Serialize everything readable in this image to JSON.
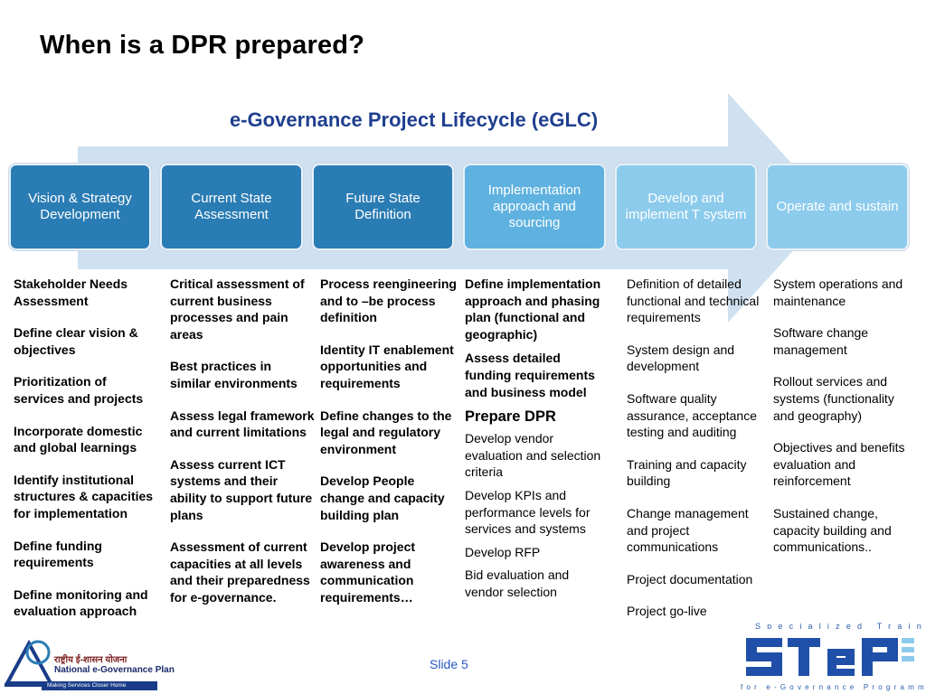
{
  "slide_title": "When is a DPR prepared?",
  "lifecycle_title": "e-Governance Project Lifecycle (eGLC)",
  "phases": [
    {
      "label": "Vision & Strategy Development"
    },
    {
      "label": "Current State Assessment"
    },
    {
      "label": "Future State Definition"
    },
    {
      "label": "Implementation approach and sourcing"
    },
    {
      "label": "Develop and implement T system"
    },
    {
      "label": "Operate and sustain"
    }
  ],
  "columns": [
    {
      "items": [
        "Stakeholder Needs Assessment",
        "Define clear vision & objectives",
        "Prioritization of services and projects",
        "Incorporate domestic and global learnings",
        "Identify institutional structures & capacities for implementation",
        "Define funding requirements",
        "Define monitoring and evaluation approach"
      ]
    },
    {
      "items": [
        "Critical assessment of current business processes and pain areas",
        "Best practices in similar environments",
        "Assess legal framework and current limitations",
        "Assess current ICT systems and their ability to support future plans",
        "Assessment of current capacities at all levels and their preparedness for e-governance."
      ]
    },
    {
      "items": [
        "Process reengineering and to –be process definition",
        "Identity IT enablement opportunities and requirements",
        "Define changes to the legal and regulatory environment",
        "Develop People change and capacity building plan",
        "Develop project awareness and communication requirements…"
      ]
    },
    {
      "items_bold": [
        "Define implementation approach and phasing plan (functional and geographic)",
        "Assess detailed funding requirements and business model"
      ],
      "heading": "Prepare DPR",
      "items": [
        "Develop vendor evaluation and selection criteria",
        "Develop KPIs and performance levels for services and systems",
        "Develop RFP",
        "Bid evaluation and vendor selection"
      ]
    },
    {
      "items": [
        "Definition of detailed functional and technical requirements",
        "System design and development",
        "Software quality assurance, acceptance testing and auditing",
        "Training and capacity building",
        "Change management and project communications",
        "Project documentation",
        "Project go-live"
      ]
    },
    {
      "items": [
        "System operations and maintenance",
        "Software change management",
        "Rollout services and systems (functionality and geography)",
        "Objectives and benefits evaluation and reinforcement",
        "Sustained change, capacity building and communications.."
      ]
    }
  ],
  "footer": {
    "slide_label": "Slide 5",
    "left_logo": {
      "hindi": "राष्ट्रीय ई-शासन योजना",
      "english": "National e-Governance Plan",
      "tagline": "Making Services Closer Home"
    },
    "right_logo": {
      "top": "Specialized Training",
      "name": "StEP",
      "bottom": "for e-Governance Programme"
    }
  },
  "colors": {
    "dark_phase": "#2a7cb4",
    "mid_phase": "#5fb2e0",
    "light_phase": "#8ccbec",
    "arrow": "#cfe1f0",
    "title_blue": "#1f3f8f"
  }
}
